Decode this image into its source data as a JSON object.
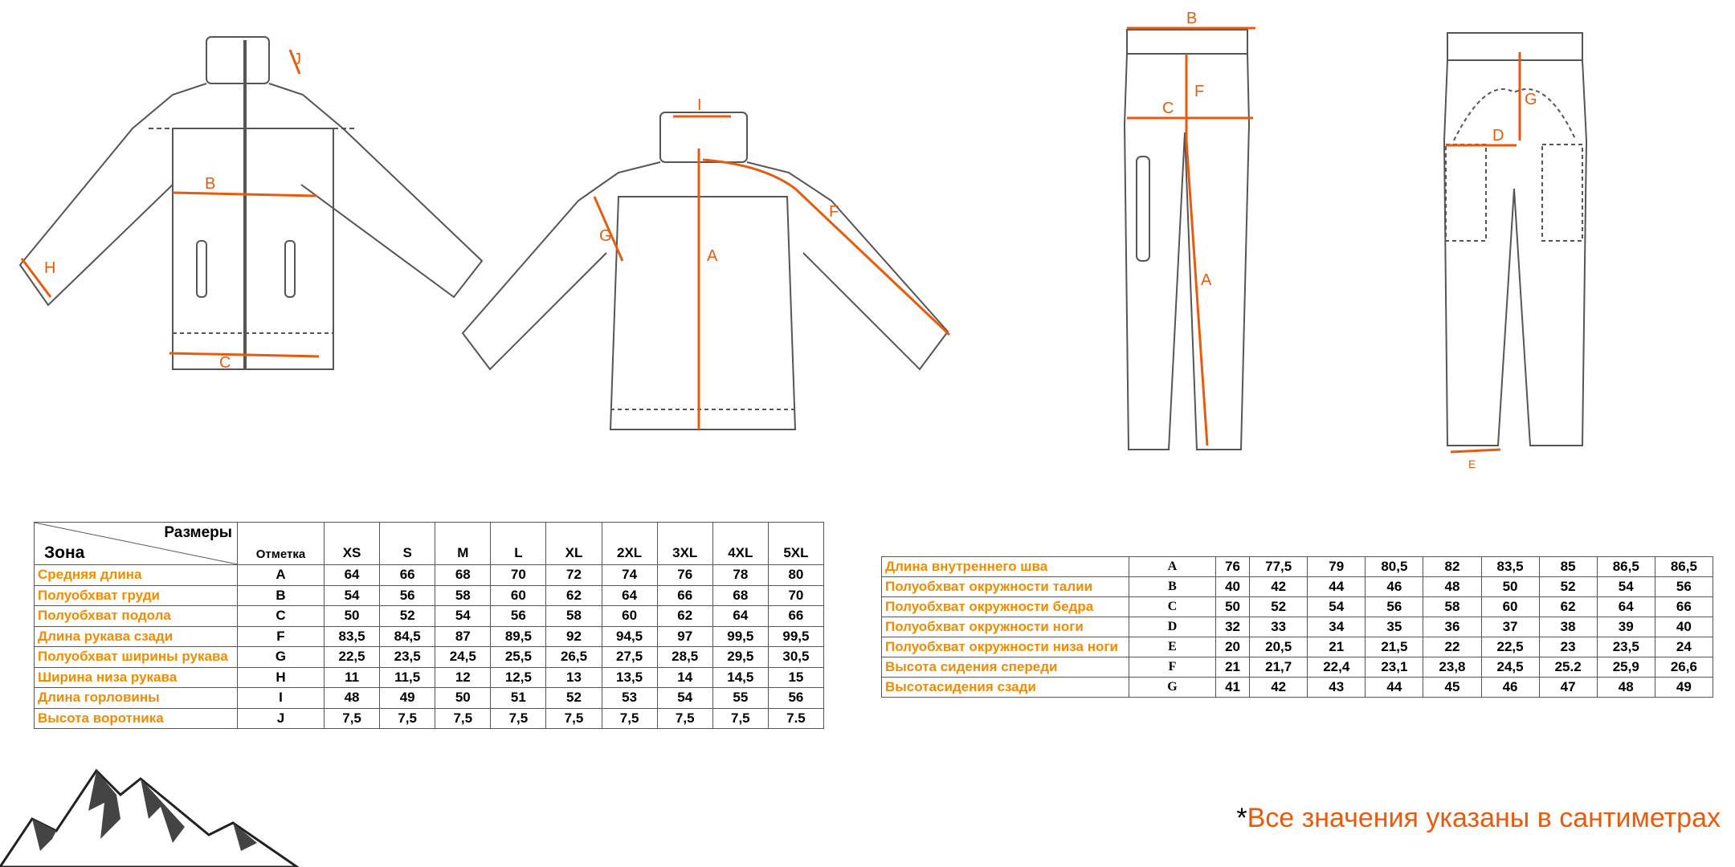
{
  "jacket_front_labels": [
    "J",
    "B",
    "H",
    "C"
  ],
  "jacket_back_labels": [
    "I",
    "A",
    "G",
    "F"
  ],
  "pants_front_labels": [
    "B",
    "F",
    "C",
    "A"
  ],
  "pants_back_labels": [
    "G",
    "D",
    "E"
  ],
  "jacket_table": {
    "corner_top": "Размеры",
    "corner_bottom": "Зона",
    "mark_header": "Отметка",
    "sizes": [
      "XS",
      "S",
      "M",
      "L",
      "XL",
      "2XL",
      "3XL",
      "4XL",
      "5XL"
    ],
    "rows": [
      {
        "zone": "Средняя длина",
        "mark": "A",
        "values": [
          "64",
          "66",
          "68",
          "70",
          "72",
          "74",
          "76",
          "78",
          "80"
        ]
      },
      {
        "zone": "Полуобхват груди",
        "mark": "B",
        "values": [
          "54",
          "56",
          "58",
          "60",
          "62",
          "64",
          "66",
          "68",
          "70"
        ]
      },
      {
        "zone": "Полуобхват подола",
        "mark": "C",
        "values": [
          "50",
          "52",
          "54",
          "56",
          "58",
          "60",
          "62",
          "64",
          "66"
        ]
      },
      {
        "zone": "Длина рукава сзади",
        "mark": "F",
        "values": [
          "83,5",
          "84,5",
          "87",
          "89,5",
          "92",
          "94,5",
          "97",
          "99,5",
          "99,5"
        ]
      },
      {
        "zone": "Полуобхват ширины рукава",
        "mark": "G",
        "values": [
          "22,5",
          "23,5",
          "24,5",
          "25,5",
          "26,5",
          "27,5",
          "28,5",
          "29,5",
          "30,5"
        ]
      },
      {
        "zone": "Ширина низа рукава",
        "mark": "H",
        "values": [
          "11",
          "11,5",
          "12",
          "12,5",
          "13",
          "13,5",
          "14",
          "14,5",
          "15"
        ]
      },
      {
        "zone": "Длина горловины",
        "mark": "I",
        "values": [
          "48",
          "49",
          "50",
          "51",
          "52",
          "53",
          "54",
          "55",
          "56"
        ]
      },
      {
        "zone": "Высота воротника",
        "mark": "J",
        "values": [
          "7,5",
          "7,5",
          "7,5",
          "7,5",
          "7,5",
          "7,5",
          "7,5",
          "7,5",
          "7.5"
        ]
      }
    ]
  },
  "pants_table": {
    "rows": [
      {
        "zone": "Длина внутреннего шва",
        "mark": "A",
        "values": [
          "76",
          "77,5",
          "79",
          "80,5",
          "82",
          "83,5",
          "85",
          "86,5",
          "86,5"
        ]
      },
      {
        "zone": "Полуобхват окружности талии",
        "mark": "B",
        "values": [
          "40",
          "42",
          "44",
          "46",
          "48",
          "50",
          "52",
          "54",
          "56"
        ]
      },
      {
        "zone": "Полуобхват окружности бедра",
        "mark": "C",
        "values": [
          "50",
          "52",
          "54",
          "56",
          "58",
          "60",
          "62",
          "64",
          "66"
        ]
      },
      {
        "zone": "Полуобхват окружности ноги",
        "mark": "D",
        "values": [
          "32",
          "33",
          "34",
          "35",
          "36",
          "37",
          "38",
          "39",
          "40"
        ]
      },
      {
        "zone": "Полуобхват окружности низа ноги",
        "mark": "E",
        "values": [
          "20",
          "20,5",
          "21",
          "21,5",
          "22",
          "22,5",
          "23",
          "23,5",
          "24"
        ]
      },
      {
        "zone": "Высота сидения спереди",
        "mark": "F",
        "values": [
          "21",
          "21,7",
          "22,4",
          "23,1",
          "23,8",
          "24,5",
          "25.2",
          "25,9",
          "26,6"
        ]
      },
      {
        "zone": "Высотасидения сзади",
        "mark": "G",
        "values": [
          "41",
          "42",
          "43",
          "44",
          "45",
          "46",
          "47",
          "48",
          "49"
        ]
      }
    ]
  },
  "note": {
    "star": "*",
    "text": "Все значения указаны в сантиметрах"
  },
  "colors": {
    "accent": "#e85b0d",
    "zone_text": "#f08c00",
    "line": "#555555"
  }
}
